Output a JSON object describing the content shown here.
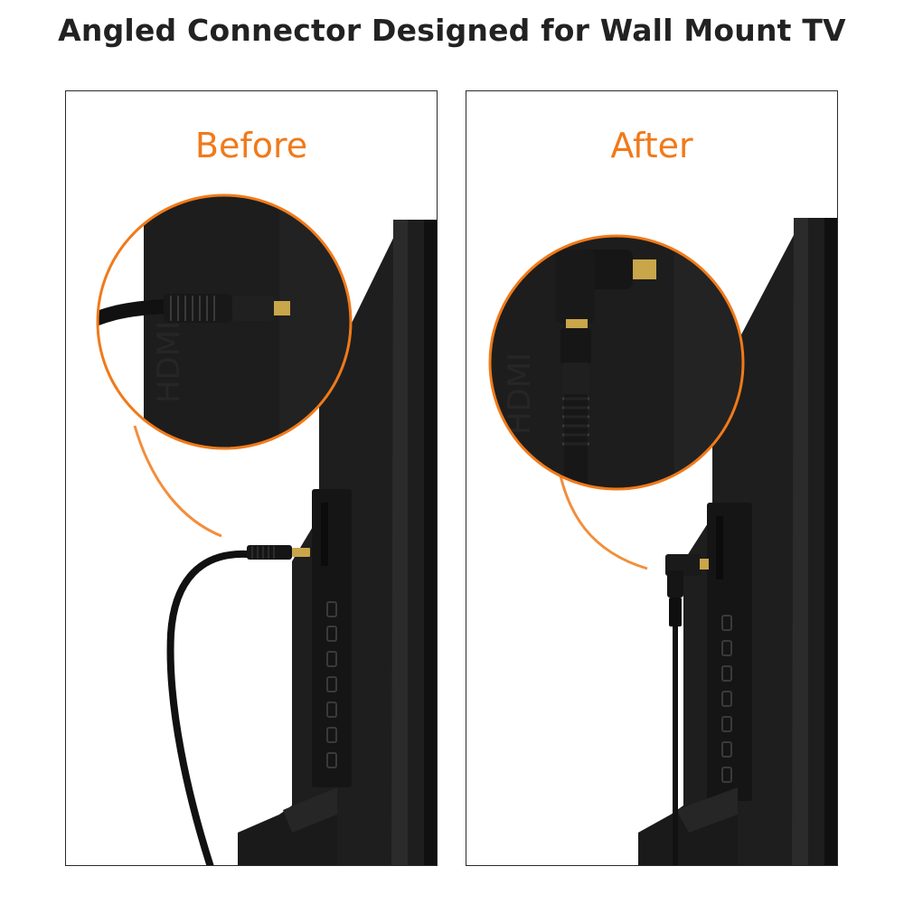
{
  "header": {
    "title": "Angled Connector Designed for Wall Mount TV"
  },
  "panels": [
    {
      "label": "Before"
    },
    {
      "label": "After"
    }
  ],
  "colors": {
    "accent": "#f07a1a",
    "tv": "#1c1c1c",
    "cable": "#111111",
    "gold": "#d8b24a"
  }
}
